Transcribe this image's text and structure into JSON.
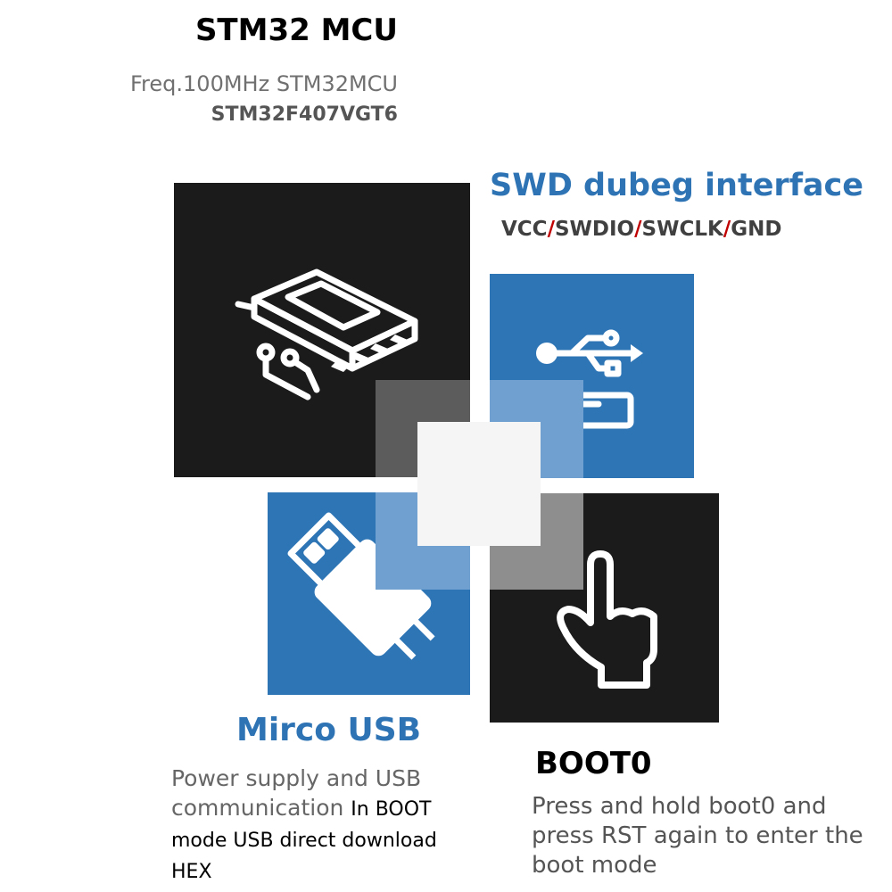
{
  "mcu": {
    "title": "STM32 MCU",
    "freq": "Freq.100MHz STM32MCU",
    "part": "STM32F407VGT6"
  },
  "swd": {
    "title": "SWD dubeg interface",
    "pins": [
      "VCC",
      "SWDIO",
      "SWCLK",
      "GND"
    ],
    "separator": "/"
  },
  "usb": {
    "title": "Mirco USB",
    "desc_plain": "Power supply and USB communication ",
    "desc_highlight": "In BOOT mode USB direct download HEX"
  },
  "boot": {
    "title": "BOOT0",
    "desc": "Press and hold boot0 and press RST again to enter the boot mode"
  },
  "colors": {
    "blue": "#2e75b6",
    "dark": "#1b1b1b",
    "separator_red": "#c00000"
  },
  "icons": {
    "chip_tile": "chip-icon",
    "swd_tile": "usb-symbol-icon",
    "usb_tile": "usb-plug-icon",
    "boot_tile": "pointing-hand-icon"
  }
}
